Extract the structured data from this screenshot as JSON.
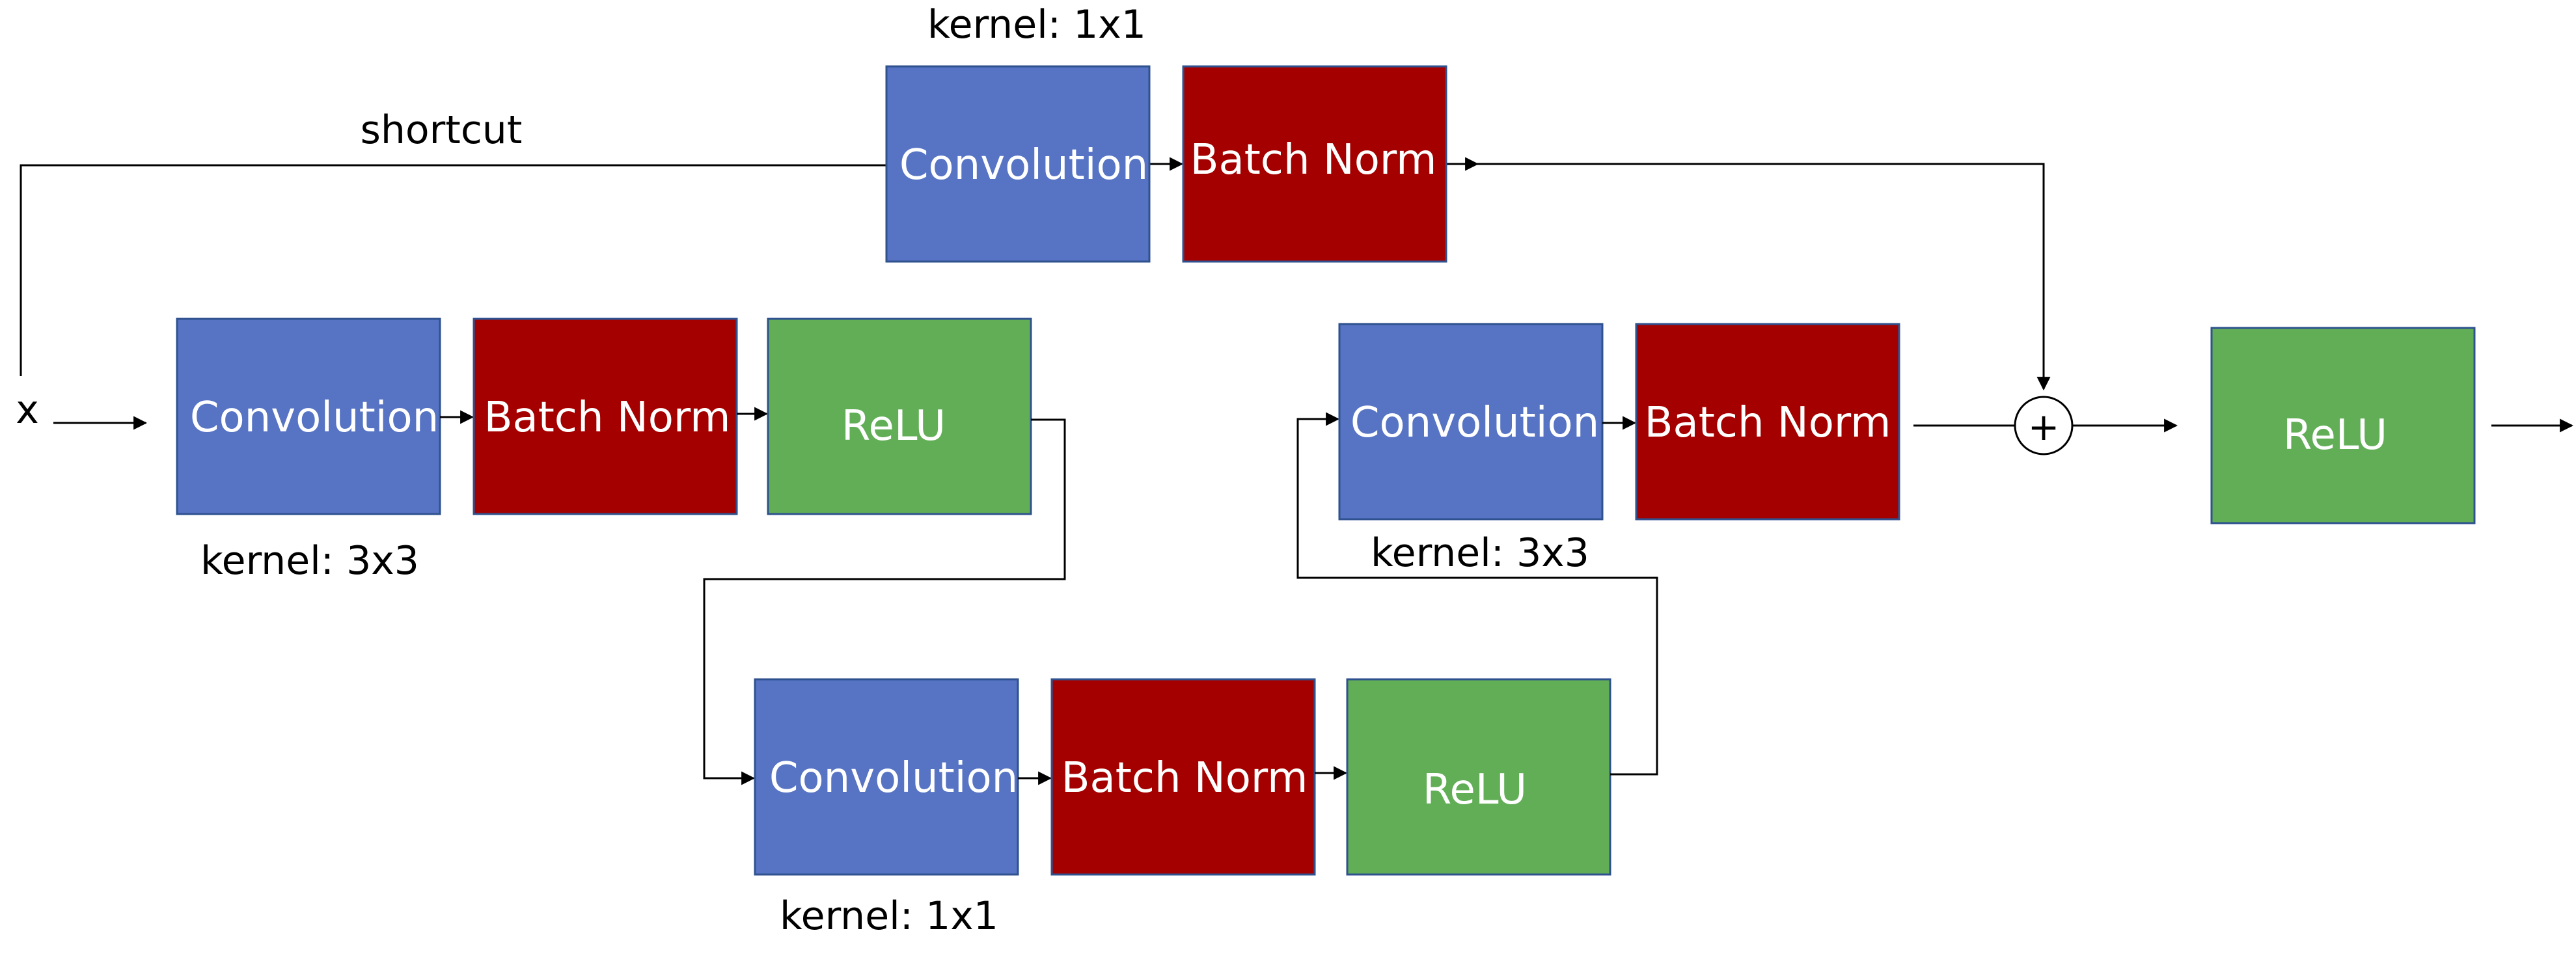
{
  "labels": {
    "input": "x",
    "shortcut": "shortcut",
    "kernel_shortcut": "kernel: 1x1",
    "kernel_row1": "kernel: 3x3",
    "kernel_row2": "kernel: 1x1",
    "kernel_row3": "kernel: 3x3",
    "add_symbol": "+"
  },
  "blocks": {
    "shortcut_conv": "Convolution",
    "shortcut_bn": "Batch Norm",
    "r1_conv": "Convolution",
    "r1_bn": "Batch Norm",
    "r1_relu": "ReLU",
    "r2_conv": "Convolution",
    "r2_bn": "Batch Norm",
    "r2_relu": "ReLU",
    "r3_conv": "Convolution",
    "r3_bn": "Batch Norm",
    "out_relu": "ReLU"
  },
  "colors": {
    "convolution": "#5673C4",
    "batch_norm": "#A50000",
    "relu": "#62AE57",
    "border": "#2F528F",
    "line": "#000000"
  }
}
